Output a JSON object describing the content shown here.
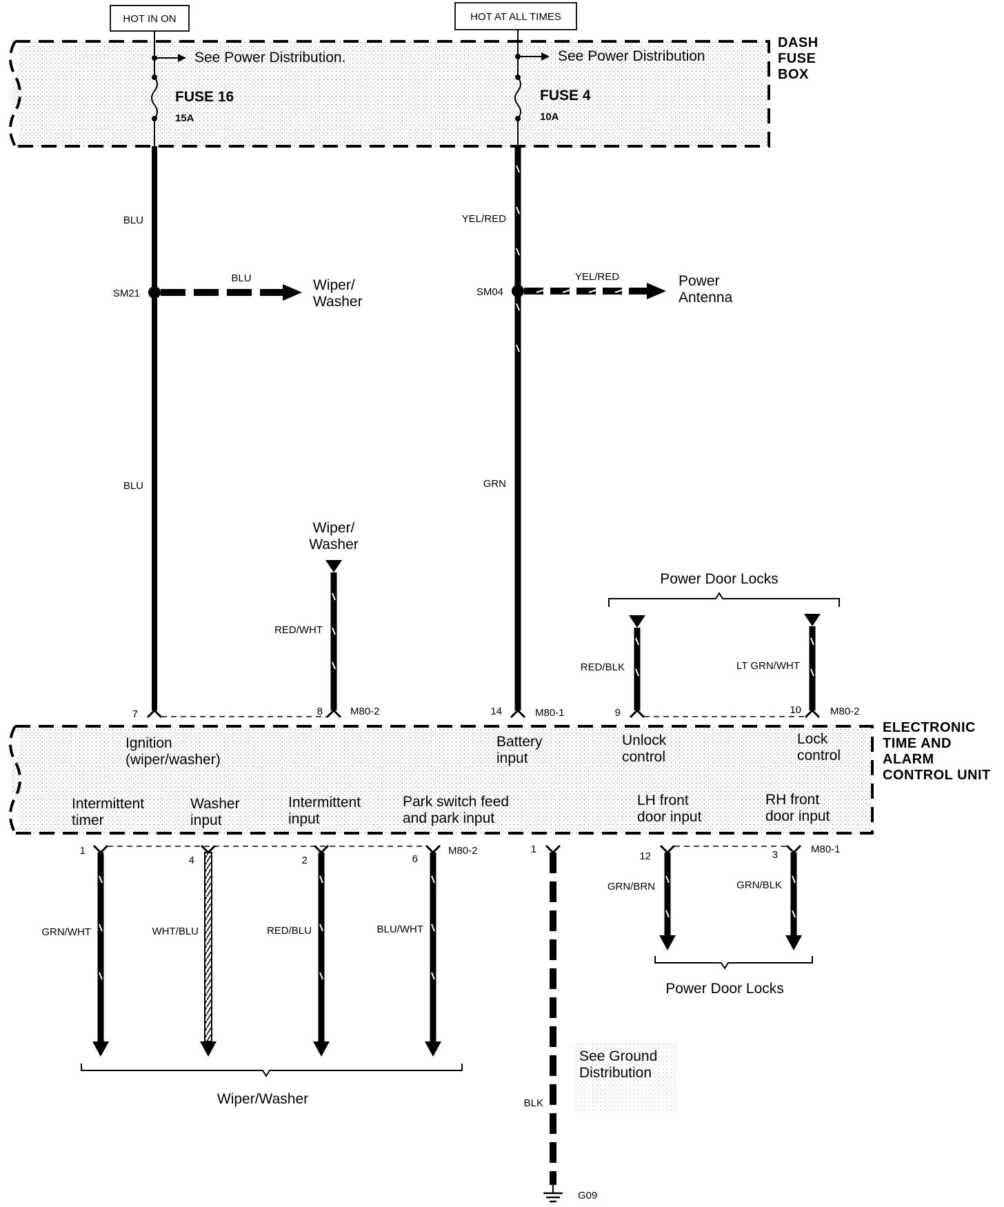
{
  "power": {
    "hot_in_on": "HOT IN ON",
    "hot_at_all_times": "HOT AT ALL TIMES",
    "see_power_1": "See Power Distribution.",
    "see_power_2": "See Power Distribution",
    "fuse16": "FUSE 16",
    "fuse16_rating": "15A",
    "fuse4": "FUSE 4",
    "fuse4_rating": "10A",
    "fuse_box": [
      "DASH",
      "FUSE",
      "BOX"
    ]
  },
  "wires": {
    "blu_upper": "BLU",
    "blu_lower": "BLU",
    "blu_branch": "BLU",
    "yel_red_upper": "YEL/RED",
    "yel_red_branch": "YEL/RED",
    "grn": "GRN",
    "red_wht": "RED/WHT",
    "red_blk": "RED/BLK",
    "lt_grn_wht": "LT GRN/WHT",
    "grn_wht": "GRN/WHT",
    "wht_blu": "WHT/BLU",
    "red_blu": "RED/BLU",
    "blu_wht": "BLU/WHT",
    "blk": "BLK",
    "grn_brn": "GRN/BRN",
    "grn_blk": "GRN/BLK"
  },
  "splices": {
    "sm21": "SM21",
    "sm04": "SM04"
  },
  "destinations": {
    "wiper_washer_branch": [
      "Wiper/",
      "Washer"
    ],
    "power_antenna": [
      "Power",
      "Antenna"
    ],
    "wiper_washer_top": [
      "Wiper/",
      "Washer"
    ],
    "power_door_locks_top": "Power Door Locks",
    "power_door_locks_bottom": "Power Door Locks",
    "wiper_washer_bottom": "Wiper/Washer",
    "see_ground": [
      "See Ground",
      "Distribution"
    ],
    "ground": "G09"
  },
  "pins": {
    "p7": "7",
    "p8": "8",
    "p14": "14",
    "p9": "9",
    "p10": "10",
    "p1a": "1",
    "p4": "4",
    "p2": "2",
    "p6": "6",
    "p1b": "1",
    "p12": "12",
    "p3": "3",
    "m80_2_top": "M80-2",
    "m80_1_top": "M80-1",
    "m80_2_right": "M80-2",
    "m80_2_bottom": "M80-2",
    "m80_1_bottom": "M80-1"
  },
  "unit": {
    "title": [
      "ELECTRONIC",
      "TIME AND",
      "ALARM",
      "CONTROL UNIT"
    ],
    "ignition": [
      "Ignition",
      "(wiper/washer)"
    ],
    "battery": [
      "Battery",
      "input"
    ],
    "unlock": [
      "Unlock",
      "control"
    ],
    "lock": [
      "Lock",
      "control"
    ],
    "int_timer": [
      "Intermittent",
      "timer"
    ],
    "washer_input": [
      "Washer",
      "input"
    ],
    "int_input": [
      "Intermittent",
      "input"
    ],
    "park": [
      "Park switch feed",
      "and park input"
    ],
    "lh_front": [
      "LH front",
      "door input"
    ],
    "rh_front": [
      "RH front",
      "door input"
    ]
  }
}
